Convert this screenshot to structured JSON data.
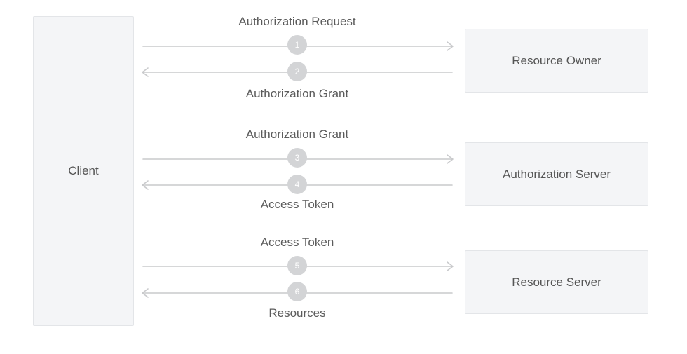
{
  "participants": {
    "client": "Client",
    "resource_owner": "Resource Owner",
    "authorization_server": "Authorization Server",
    "resource_server": "Resource Server"
  },
  "flows": [
    {
      "step": "1",
      "label": "Authorization Request",
      "direction": "right"
    },
    {
      "step": "2",
      "label": "Authorization Grant",
      "direction": "left"
    },
    {
      "step": "3",
      "label": "Authorization Grant",
      "direction": "right"
    },
    {
      "step": "4",
      "label": "Access Token",
      "direction": "left"
    },
    {
      "step": "5",
      "label": "Access Token",
      "direction": "right"
    },
    {
      "step": "6",
      "label": "Resources",
      "direction": "left"
    }
  ],
  "colors": {
    "box_fill": "#f4f5f7",
    "box_border": "#e3e5e8",
    "arrow": "#c9cacc",
    "badge": "#d3d4d6",
    "text": "#5b5b5b"
  }
}
